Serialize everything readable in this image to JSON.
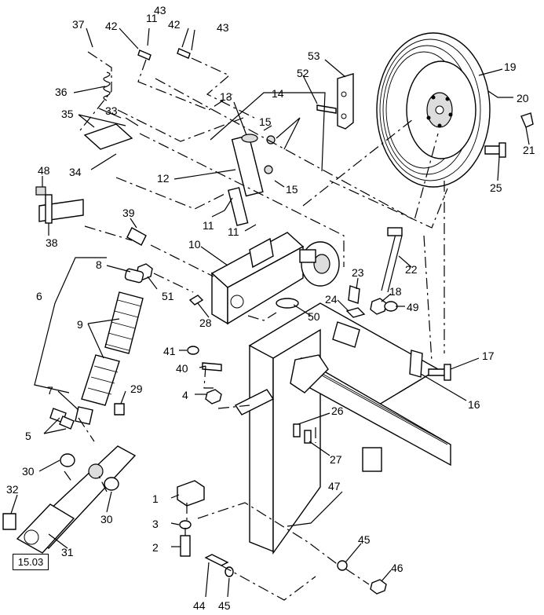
{
  "reference": "15.03",
  "callouts": [
    {
      "id": "c1",
      "text": "1"
    },
    {
      "id": "c2",
      "text": "2"
    },
    {
      "id": "c3",
      "text": "3"
    },
    {
      "id": "c4",
      "text": "4"
    },
    {
      "id": "c5",
      "text": "5"
    },
    {
      "id": "c6",
      "text": "6"
    },
    {
      "id": "c7",
      "text": "7"
    },
    {
      "id": "c8",
      "text": "8"
    },
    {
      "id": "c9",
      "text": "9"
    },
    {
      "id": "c10",
      "text": "10"
    },
    {
      "id": "c11a",
      "text": "11"
    },
    {
      "id": "c11b",
      "text": "11"
    },
    {
      "id": "c11c",
      "text": "11"
    },
    {
      "id": "c12",
      "text": "12"
    },
    {
      "id": "c13",
      "text": "13"
    },
    {
      "id": "c14",
      "text": "14"
    },
    {
      "id": "c15a",
      "text": "15"
    },
    {
      "id": "c15b",
      "text": "15"
    },
    {
      "id": "c16",
      "text": "16"
    },
    {
      "id": "c17",
      "text": "17"
    },
    {
      "id": "c18",
      "text": "18"
    },
    {
      "id": "c19",
      "text": "19"
    },
    {
      "id": "c20",
      "text": "20"
    },
    {
      "id": "c21",
      "text": "21"
    },
    {
      "id": "c22",
      "text": "22"
    },
    {
      "id": "c23",
      "text": "23"
    },
    {
      "id": "c24",
      "text": "24"
    },
    {
      "id": "c25",
      "text": "25"
    },
    {
      "id": "c26",
      "text": "26"
    },
    {
      "id": "c27",
      "text": "27"
    },
    {
      "id": "c28",
      "text": "28"
    },
    {
      "id": "c29",
      "text": "29"
    },
    {
      "id": "c30a",
      "text": "30"
    },
    {
      "id": "c30b",
      "text": "30"
    },
    {
      "id": "c31",
      "text": "31"
    },
    {
      "id": "c32",
      "text": "32"
    },
    {
      "id": "c33",
      "text": "33"
    },
    {
      "id": "c34",
      "text": "34"
    },
    {
      "id": "c35",
      "text": "35"
    },
    {
      "id": "c36",
      "text": "36"
    },
    {
      "id": "c37",
      "text": "37"
    },
    {
      "id": "c38",
      "text": "38"
    },
    {
      "id": "c39",
      "text": "39"
    },
    {
      "id": "c40",
      "text": "40"
    },
    {
      "id": "c41",
      "text": "41"
    },
    {
      "id": "c42a",
      "text": "42"
    },
    {
      "id": "c42b",
      "text": "42"
    },
    {
      "id": "c43a",
      "text": "43"
    },
    {
      "id": "c43b",
      "text": "43"
    },
    {
      "id": "c44",
      "text": "44"
    },
    {
      "id": "c45a",
      "text": "45"
    },
    {
      "id": "c45b",
      "text": "45"
    },
    {
      "id": "c46",
      "text": "46"
    },
    {
      "id": "c47",
      "text": "47"
    },
    {
      "id": "c48",
      "text": "48"
    },
    {
      "id": "c49",
      "text": "49"
    },
    {
      "id": "c50",
      "text": "50"
    },
    {
      "id": "c51",
      "text": "51"
    },
    {
      "id": "c52",
      "text": "52"
    },
    {
      "id": "c53",
      "text": "53"
    }
  ]
}
